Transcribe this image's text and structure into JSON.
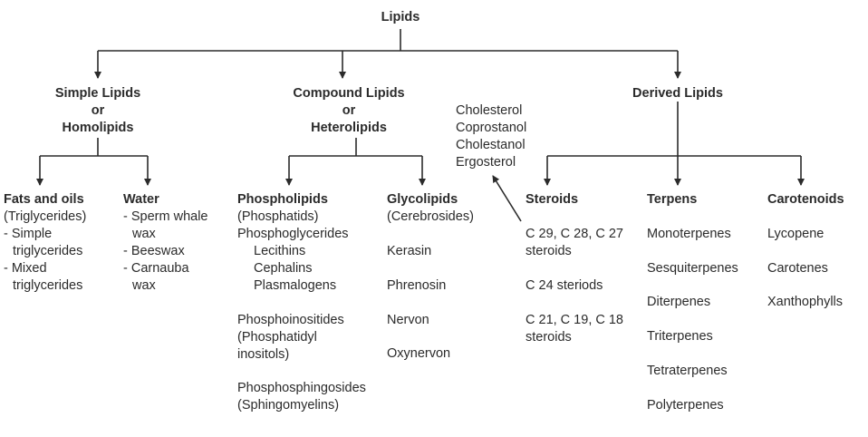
{
  "root": "Lipids",
  "simple": {
    "title": [
      "Simple Lipids",
      "or",
      "Homolipids"
    ]
  },
  "compound": {
    "title": [
      "Compound Lipids",
      "or",
      "Heterolipids"
    ]
  },
  "derived": {
    "title": "Derived Lipids"
  },
  "derived_examples": [
    "Cholesterol",
    "Coprostanol",
    "Cholestanol",
    "Ergosterol"
  ],
  "fats": {
    "title": "Fats and oils",
    "lines": [
      "(Triglycerides)",
      "- Simple",
      "triglycerides",
      "- Mixed",
      "triglycerides"
    ]
  },
  "water": {
    "title": "Water",
    "lines": [
      "- Sperm whale",
      "wax",
      "- Beeswax",
      "- Carnauba",
      "wax"
    ]
  },
  "phospholipids": {
    "title": "Phospholipids",
    "lines": [
      "(Phosphatids)",
      "Phosphoglycerides",
      "Lecithins",
      "Cephalins",
      "Plasmalogens"
    ],
    "inositides": [
      "Phosphoinositides",
      "(Phosphatidyl",
      "inositols)"
    ],
    "sphingosides": [
      "Phosphosphingosides",
      "(Sphingomyelins)"
    ]
  },
  "glycolipids": {
    "title": "Glycolipids",
    "lines": [
      "(Cerebrosides)"
    ],
    "items": [
      "Kerasin",
      "Phrenosin",
      "Nervon",
      "Oxynervon"
    ]
  },
  "steroids": {
    "title": "Steroids",
    "items": [
      [
        "C 29, C 28, C 27",
        "steroids"
      ],
      [
        "C 24 steriods"
      ],
      [
        "C 21, C 19, C 18",
        "steroids"
      ]
    ]
  },
  "terpens": {
    "title": "Terpens",
    "items": [
      "Monoterpenes",
      "Sesquiterpenes",
      "Diterpenes",
      "Triterpenes",
      "Tetraterpenes",
      "Polyterpenes"
    ]
  },
  "carotenoids": {
    "title": "Carotenoids",
    "items": [
      "Lycopene",
      "Carotenes",
      "Xanthophylls"
    ]
  }
}
